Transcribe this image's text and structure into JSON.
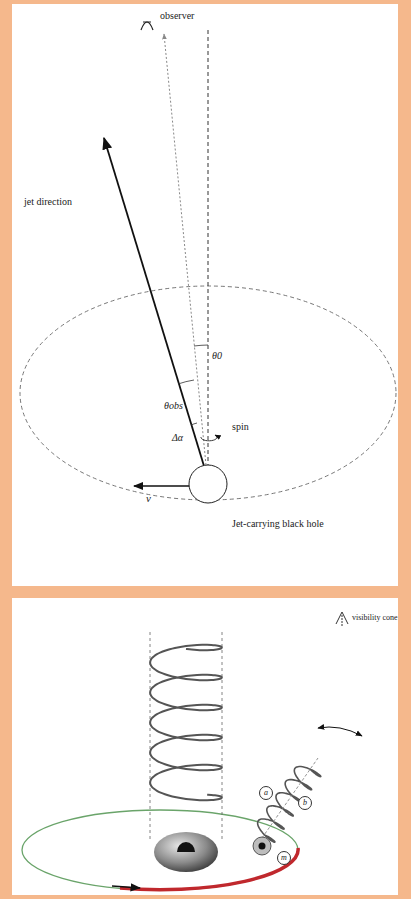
{
  "diagram": {
    "nodes": [
      {
        "text": [
          "a"
        ]
      },
      {
        "text": [
          "b"
        ]
      },
      {
        "text": [
          "m"
        ]
      }
    ],
    "labels": [
      "observer",
      "jet direction",
      "θ0",
      "θobs",
      "Δα",
      "spin",
      "v",
      "Jet-carrying black hole",
      "visibility cone"
    ]
  }
}
